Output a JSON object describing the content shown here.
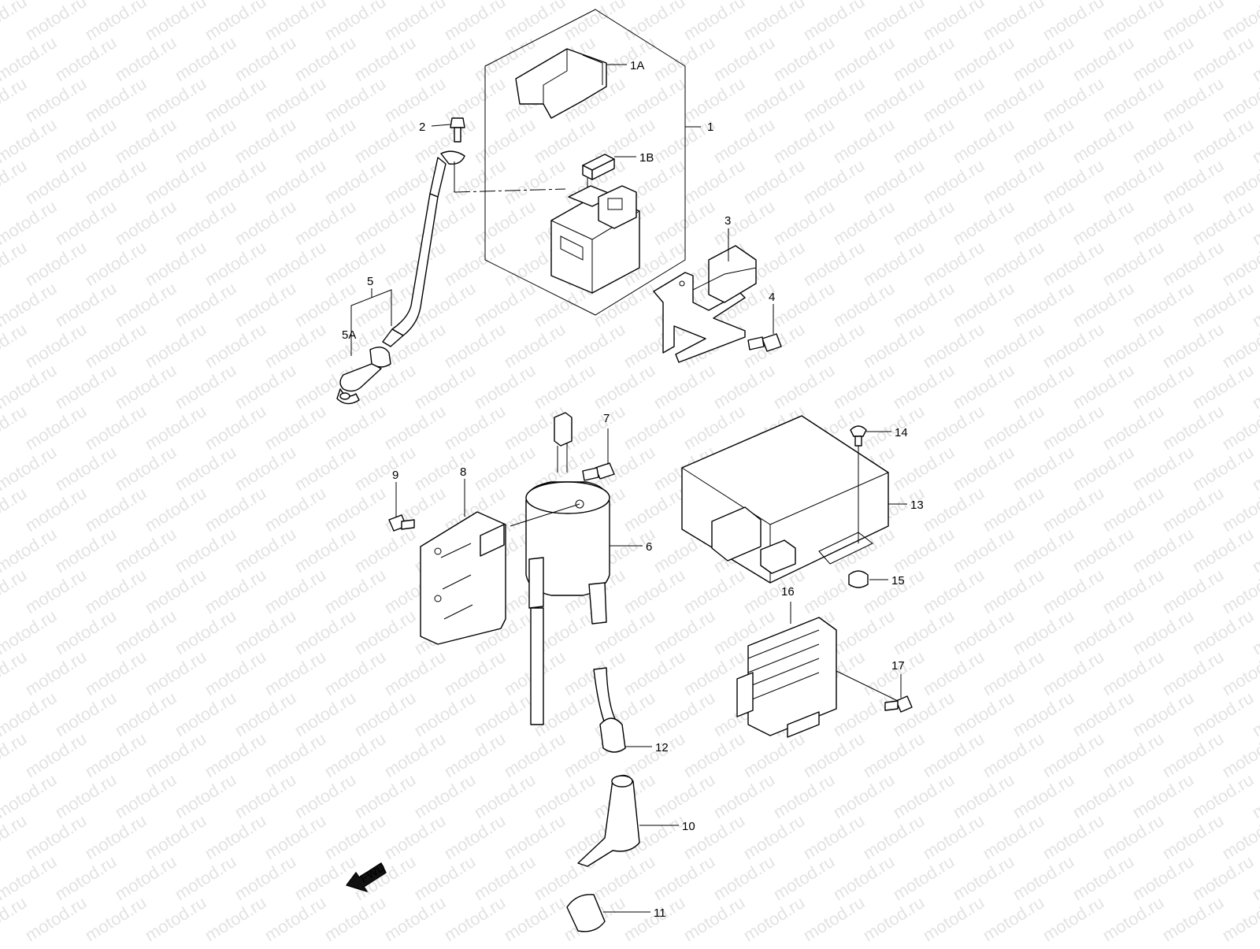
{
  "watermark": "motod.ru",
  "fwd_label": "FWD",
  "callouts": {
    "c1": "1",
    "c1A": "1A",
    "c1B": "1B",
    "c2": "2",
    "c3": "3",
    "c4": "4",
    "c5": "5",
    "c5A": "5A",
    "c6": "6",
    "c7": "7",
    "c8": "8",
    "c9": "9",
    "c10": "10",
    "c11": "11",
    "c12": "12",
    "c13": "13",
    "c14": "14",
    "c15": "15",
    "c16": "16",
    "c17": "17"
  }
}
